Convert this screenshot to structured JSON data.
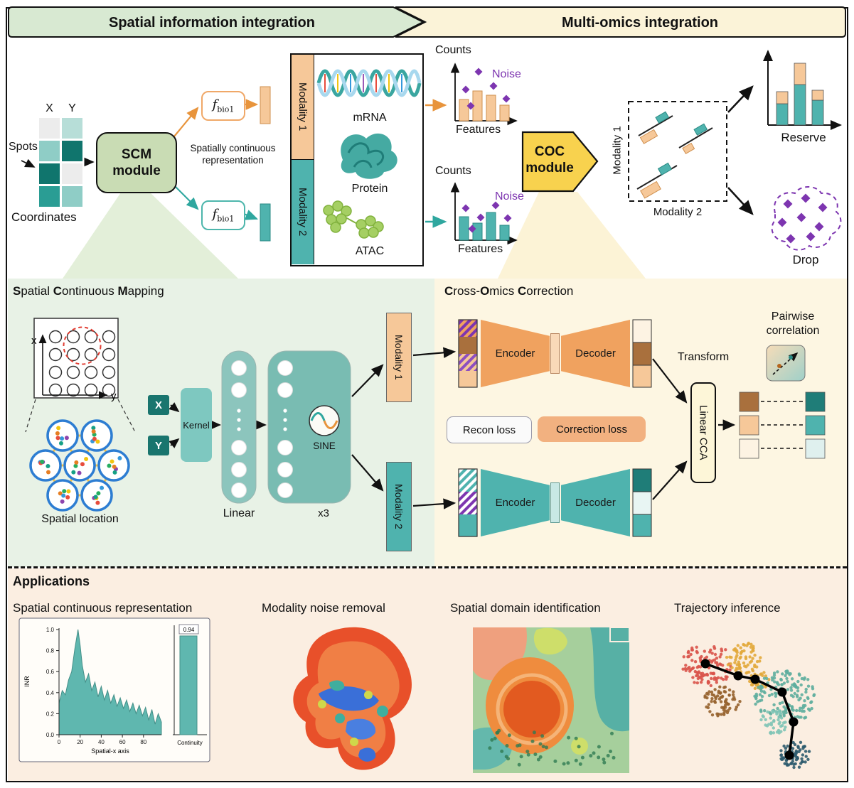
{
  "colors": {
    "teal_dark": "#10756d",
    "teal": "#4fb3ae",
    "teal_light": "#bfe2dc",
    "orange": "#f0a25f",
    "orange_light": "#f6c899",
    "brown": "#a9703d",
    "purple": "#7d35b0",
    "yellow": "#f8d24e",
    "module_green": "#c9dcb4",
    "panel_mint": "#e8f2e6",
    "panel_cream": "#fdf6e2",
    "panel_peach": "#fbeee1",
    "blue": "#2d7dd2",
    "edge_yellow": "#f2c14e",
    "red": "#e03c31"
  },
  "header": {
    "left": "Spatial information integration",
    "right": "Multi-omics integration"
  },
  "top": {
    "x_col": "X",
    "y_col": "Y",
    "spots_label": "Spots",
    "coordinates_label": "Coordinates",
    "scm_line1": "SCM",
    "scm_line2": "module",
    "f_base": "f",
    "f_sub": "bio1",
    "spatially_continuous": "Spatially continuous representation",
    "modality1": "Modality 1",
    "modality2": "Modality 2",
    "mrna": "mRNA",
    "protein": "Protein",
    "atac": "ATAC",
    "counts": "Counts",
    "noise": "Noise",
    "features": "Features",
    "coc_line1": "COC",
    "coc_line2": "module",
    "scatter_ylabel": "Modality 1",
    "scatter_xlabel": "Modality 2",
    "reserve": "Reserve",
    "drop": "Drop"
  },
  "scm_panel": {
    "title_parts": [
      "S",
      "patial ",
      "C",
      "ontinuous ",
      "M",
      "apping"
    ],
    "axis_x": "x",
    "axis_y": "y",
    "spatial_location": "Spatial location",
    "x_box": "X",
    "y_box": "Y",
    "kernel": "Kernel",
    "linear": "Linear",
    "x3": "x3",
    "sine": "SINE"
  },
  "coc_panel": {
    "title_parts": [
      "C",
      "ross-",
      "O",
      "mics ",
      "C",
      "orrection"
    ],
    "encoder": "Encoder",
    "decoder": "Decoder",
    "recon_loss": "Recon loss",
    "correction_loss": "Correction loss",
    "linear_cca": "Linear CCA",
    "transform": "Transform",
    "pairwise_line1": "Pairwise",
    "pairwise_line2": "correlation"
  },
  "applications": {
    "title": "Applications",
    "app1": "Spatial continuous representation",
    "app2": "Modality noise removal",
    "app3": "Spatial domain identification",
    "app4": "Trajectory inference",
    "inr_plot": {
      "ylabel": "INR",
      "xlabel": "Spatial-x axis",
      "yticks": [
        "1.0",
        "0.8",
        "0.6",
        "0.4",
        "0.2",
        "0.0"
      ],
      "xticks": [
        "0",
        "20",
        "40",
        "60",
        "80"
      ],
      "bar_value": "0.94",
      "bar_label": "Continuity",
      "bar_numeric": 0.94,
      "points": [
        [
          0,
          0.3
        ],
        [
          3,
          0.42
        ],
        [
          6,
          0.38
        ],
        [
          9,
          0.52
        ],
        [
          12,
          0.6
        ],
        [
          15,
          0.82
        ],
        [
          18,
          1.0
        ],
        [
          20,
          0.85
        ],
        [
          22,
          0.66
        ],
        [
          25,
          0.5
        ],
        [
          28,
          0.58
        ],
        [
          31,
          0.42
        ],
        [
          34,
          0.5
        ],
        [
          37,
          0.36
        ],
        [
          40,
          0.46
        ],
        [
          43,
          0.33
        ],
        [
          46,
          0.42
        ],
        [
          49,
          0.3
        ],
        [
          52,
          0.38
        ],
        [
          55,
          0.27
        ],
        [
          58,
          0.35
        ],
        [
          61,
          0.25
        ],
        [
          64,
          0.33
        ],
        [
          67,
          0.22
        ],
        [
          70,
          0.3
        ],
        [
          73,
          0.2
        ],
        [
          76,
          0.28
        ],
        [
          79,
          0.18
        ],
        [
          82,
          0.26
        ],
        [
          85,
          0.14
        ],
        [
          88,
          0.24
        ],
        [
          91,
          0.1
        ],
        [
          94,
          0.2
        ],
        [
          97,
          0.12
        ]
      ]
    }
  }
}
